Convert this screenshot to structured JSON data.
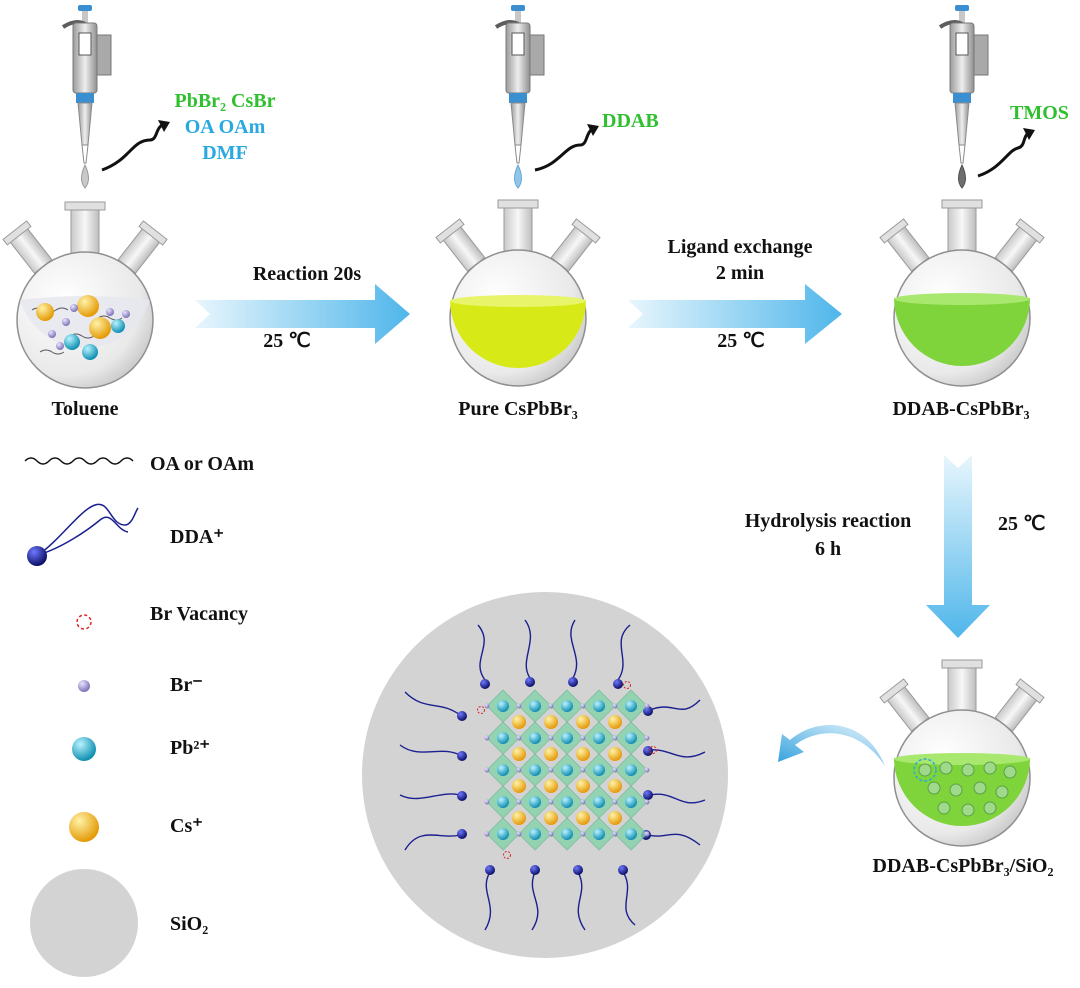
{
  "reagents": {
    "step1_line1": "PbBr₂ CsBr",
    "step1_line2": "OA OAm",
    "step1_line3": "DMF",
    "step2": "DDAB",
    "step3": "TMOS"
  },
  "flasks": {
    "f1": "Toluene",
    "f2": "Pure CsPbBr₃",
    "f3": "DDAB-CsPbBr₃",
    "f4": "DDAB-CsPbBr₃/SiO₂"
  },
  "arrows": {
    "a1_top": "Reaction 20s",
    "a1_bottom": "25 ℃",
    "a2_top1": "Ligand exchange",
    "a2_top2": "2 min",
    "a2_bottom": "25 ℃",
    "a3_left1": "Hydrolysis reaction",
    "a3_left2": "6 h",
    "a3_right": "25 ℃"
  },
  "legend": {
    "oa": "OA or OAm",
    "dda": "DDA⁺",
    "vacancy": "Br Vacancy",
    "br": "Br⁻",
    "pb": "Pb²⁺",
    "cs": "Cs⁺",
    "sio2": "SiO₂"
  },
  "colors": {
    "yellow_solution": "#d7ea18",
    "green_solution": "#7ed43a",
    "arrow_blue": "#6cc3f0",
    "cs": "#f3b31a",
    "pb": "#23b4d1",
    "br": "#9f94cf",
    "dda": "#1a1f8f",
    "sio2": "#d3d3d3"
  }
}
